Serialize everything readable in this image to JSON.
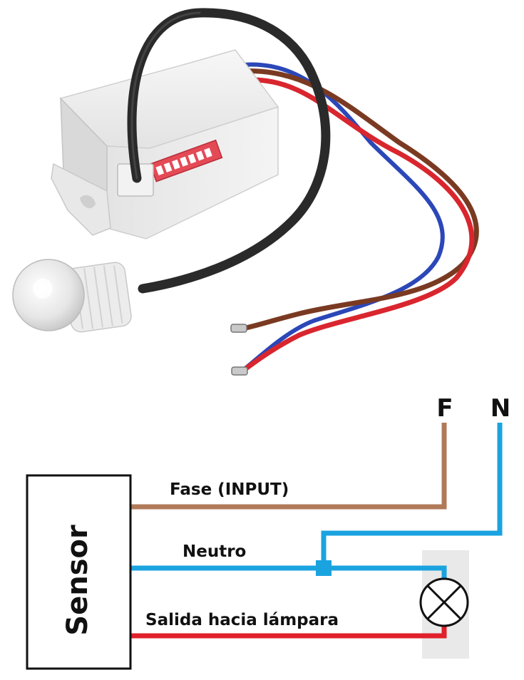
{
  "diagram": {
    "labels": {
      "phase_terminal": "F",
      "neutral_terminal": "N",
      "sensor": "Sensor",
      "phase_wire": "Fase (INPUT)",
      "neutral_wire": "Neutro",
      "output_wire": "Salida hacia lámpara"
    },
    "colors": {
      "phase": "#b07a5a",
      "neutral": "#1ba3e0",
      "output": "#e0202a",
      "box": "#111111",
      "lamp_bg": "#e9e9e9"
    },
    "icons": {
      "lamp": "lamp-icon",
      "junction": "junction-node"
    }
  }
}
